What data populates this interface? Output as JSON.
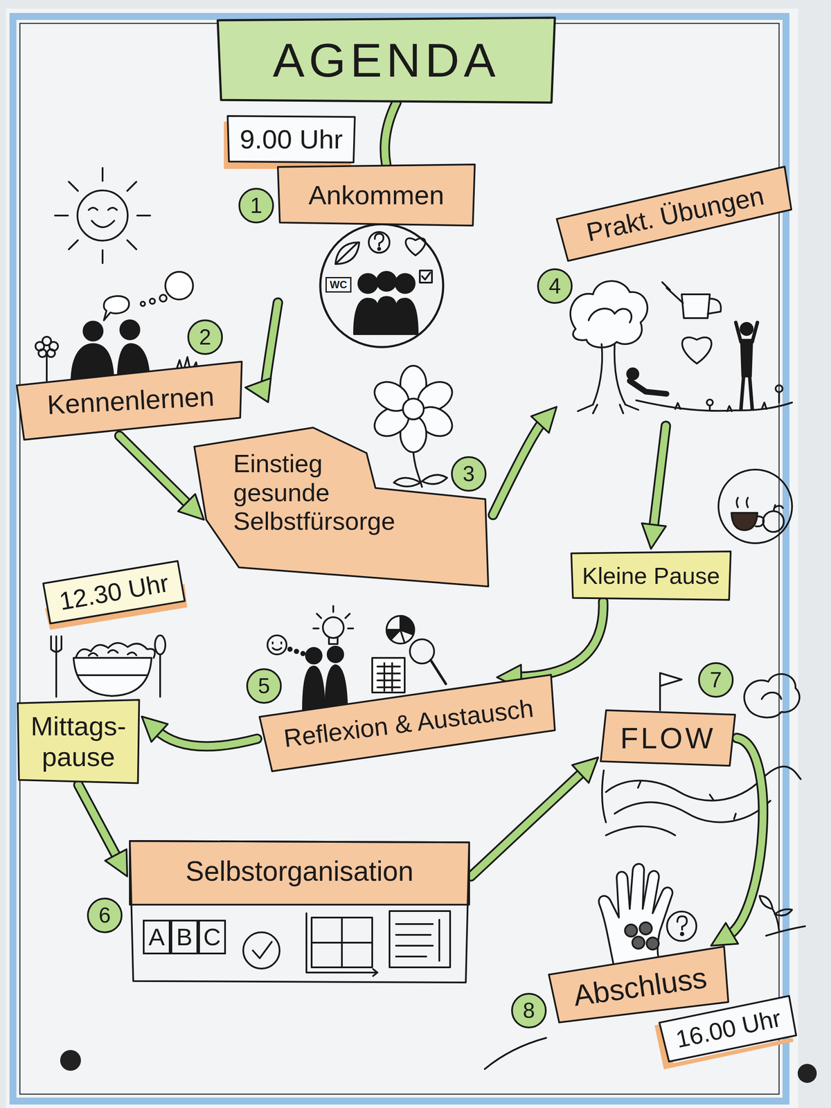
{
  "diagram": {
    "nodes": [
      {
        "text": [
          "AGENDA"
        ]
      },
      {
        "text": [
          "9.00 Uhr"
        ]
      },
      {
        "text": [
          "Ankommen"
        ]
      },
      {
        "text": [
          "Kennenlernen"
        ]
      },
      {
        "text": [
          "Einstieg gesunde Selbstfürsorge"
        ]
      },
      {
        "text": [
          "Prakt. Übungen"
        ]
      },
      {
        "text": [
          "Kleine Pause"
        ]
      },
      {
        "text": [
          "12.30 Uhr"
        ]
      },
      {
        "text": [
          "Mittags- pause"
        ]
      },
      {
        "text": [
          "Reflexion & Austausch"
        ]
      },
      {
        "text": [
          "Selbstorganisation"
        ]
      },
      {
        "text": [
          "FLOW"
        ]
      },
      {
        "text": [
          "Abschluss"
        ]
      },
      {
        "text": [
          "16.00 Uhr"
        ]
      }
    ],
    "edges": [
      {
        "from": 0,
        "to": 2,
        "arrow": "none"
      },
      {
        "from": 2,
        "to": 3,
        "arrow": "to"
      },
      {
        "from": 3,
        "to": 4,
        "arrow": "to"
      },
      {
        "from": 4,
        "to": 5,
        "arrow": "to"
      },
      {
        "from": 5,
        "to": 6,
        "arrow": "to"
      },
      {
        "from": 6,
        "to": 9,
        "arrow": "to"
      },
      {
        "from": 9,
        "to": 8,
        "arrow": "to"
      },
      {
        "from": 8,
        "to": 10,
        "arrow": "to"
      },
      {
        "from": 10,
        "to": 11,
        "arrow": "to"
      },
      {
        "from": 11,
        "to": 12,
        "arrow": "to"
      }
    ],
    "labels": [
      "1",
      "WC",
      "2",
      "3",
      "4",
      "5",
      "6",
      "A",
      "B",
      "C",
      "7",
      "8"
    ]
  }
}
